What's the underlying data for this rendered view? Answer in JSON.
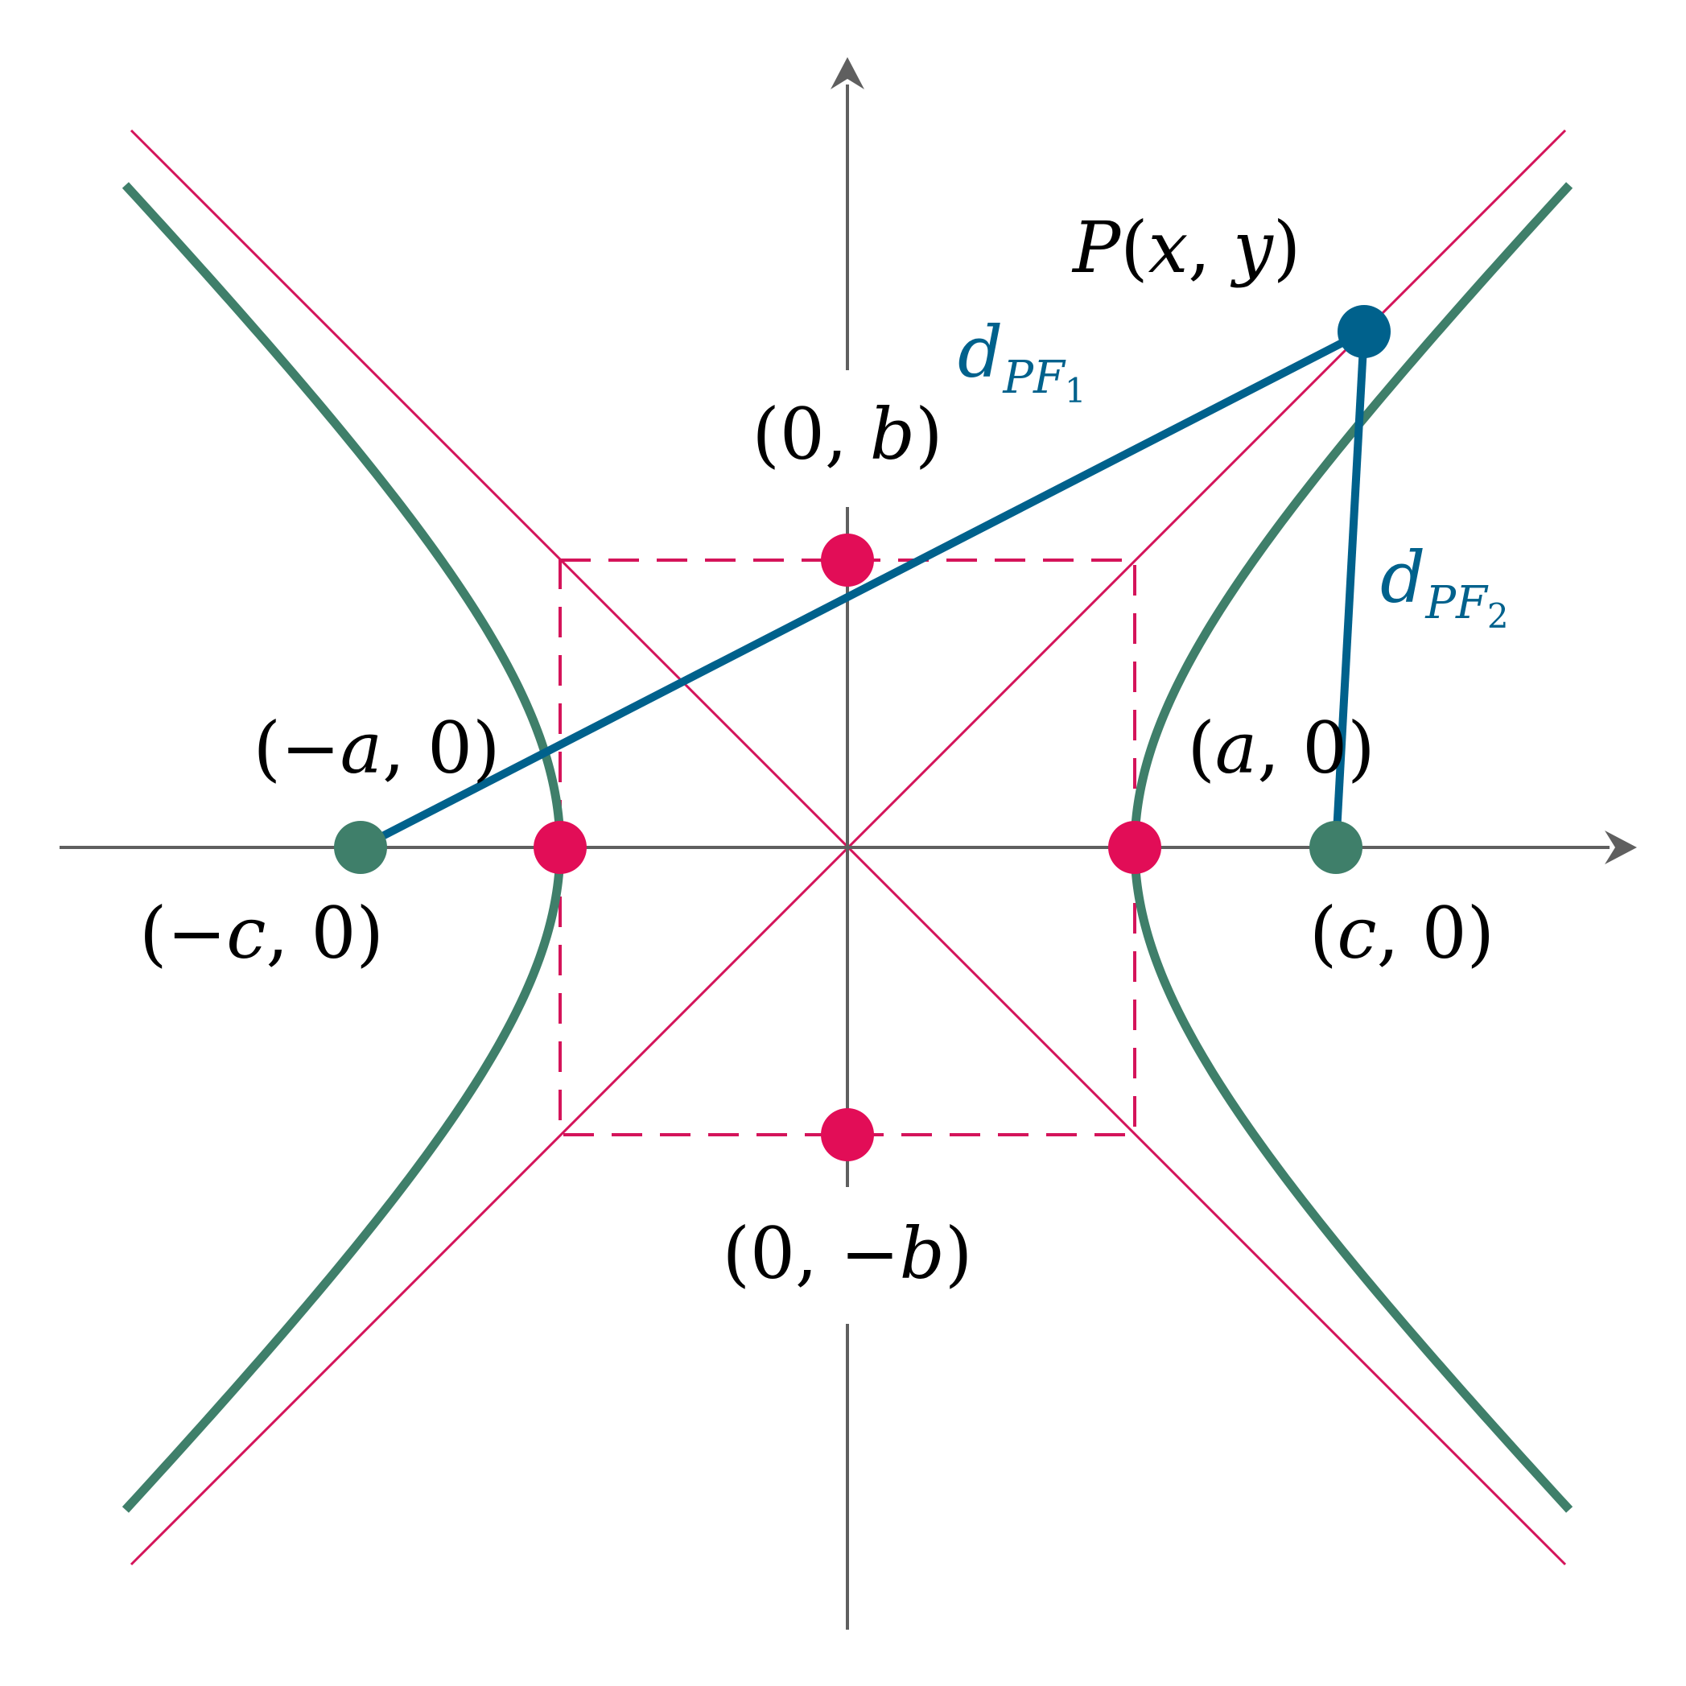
{
  "colors": {
    "axis": "#5f5f5f",
    "hyperbola": "#3f7f6a",
    "asymptote": "#d4145a",
    "box": "#d4145a",
    "vertex_point": "#e20d57",
    "focus_point": "#3f7f6a",
    "distance": "#00618c",
    "label": "#000000",
    "distance_label": "#00618c"
  },
  "labels": {
    "point_p": {
      "name": "P",
      "open": "(",
      "x": "x",
      "sep": ", ",
      "y": "y",
      "close": ")"
    },
    "d_pf1": {
      "main": "d",
      "sub": "PF",
      "subsub": "1"
    },
    "d_pf2": {
      "main": "d",
      "sub": "PF",
      "subsub": "2"
    },
    "top_vertex": {
      "open": "(",
      "zero": "0",
      "sep": ", ",
      "var": "b",
      "close": ")"
    },
    "bottom_vertex": {
      "open": "(",
      "zero": "0",
      "sep": ", ",
      "minus": "−",
      "var": "b",
      "close": ")"
    },
    "left_vertex": {
      "open": "(",
      "minus": "−",
      "var": "a",
      "sep": ", ",
      "zero": "0",
      "close": ")"
    },
    "right_vertex": {
      "open": "(",
      "var": "a",
      "sep": ", ",
      "zero": "0",
      "close": ")"
    },
    "left_focus": {
      "open": "(",
      "minus": "−",
      "var": "c",
      "sep": ", ",
      "zero": "0",
      "close": ")"
    },
    "right_focus": {
      "open": "(",
      "var": "c",
      "sep": ", ",
      "zero": "0",
      "close": ")"
    }
  }
}
